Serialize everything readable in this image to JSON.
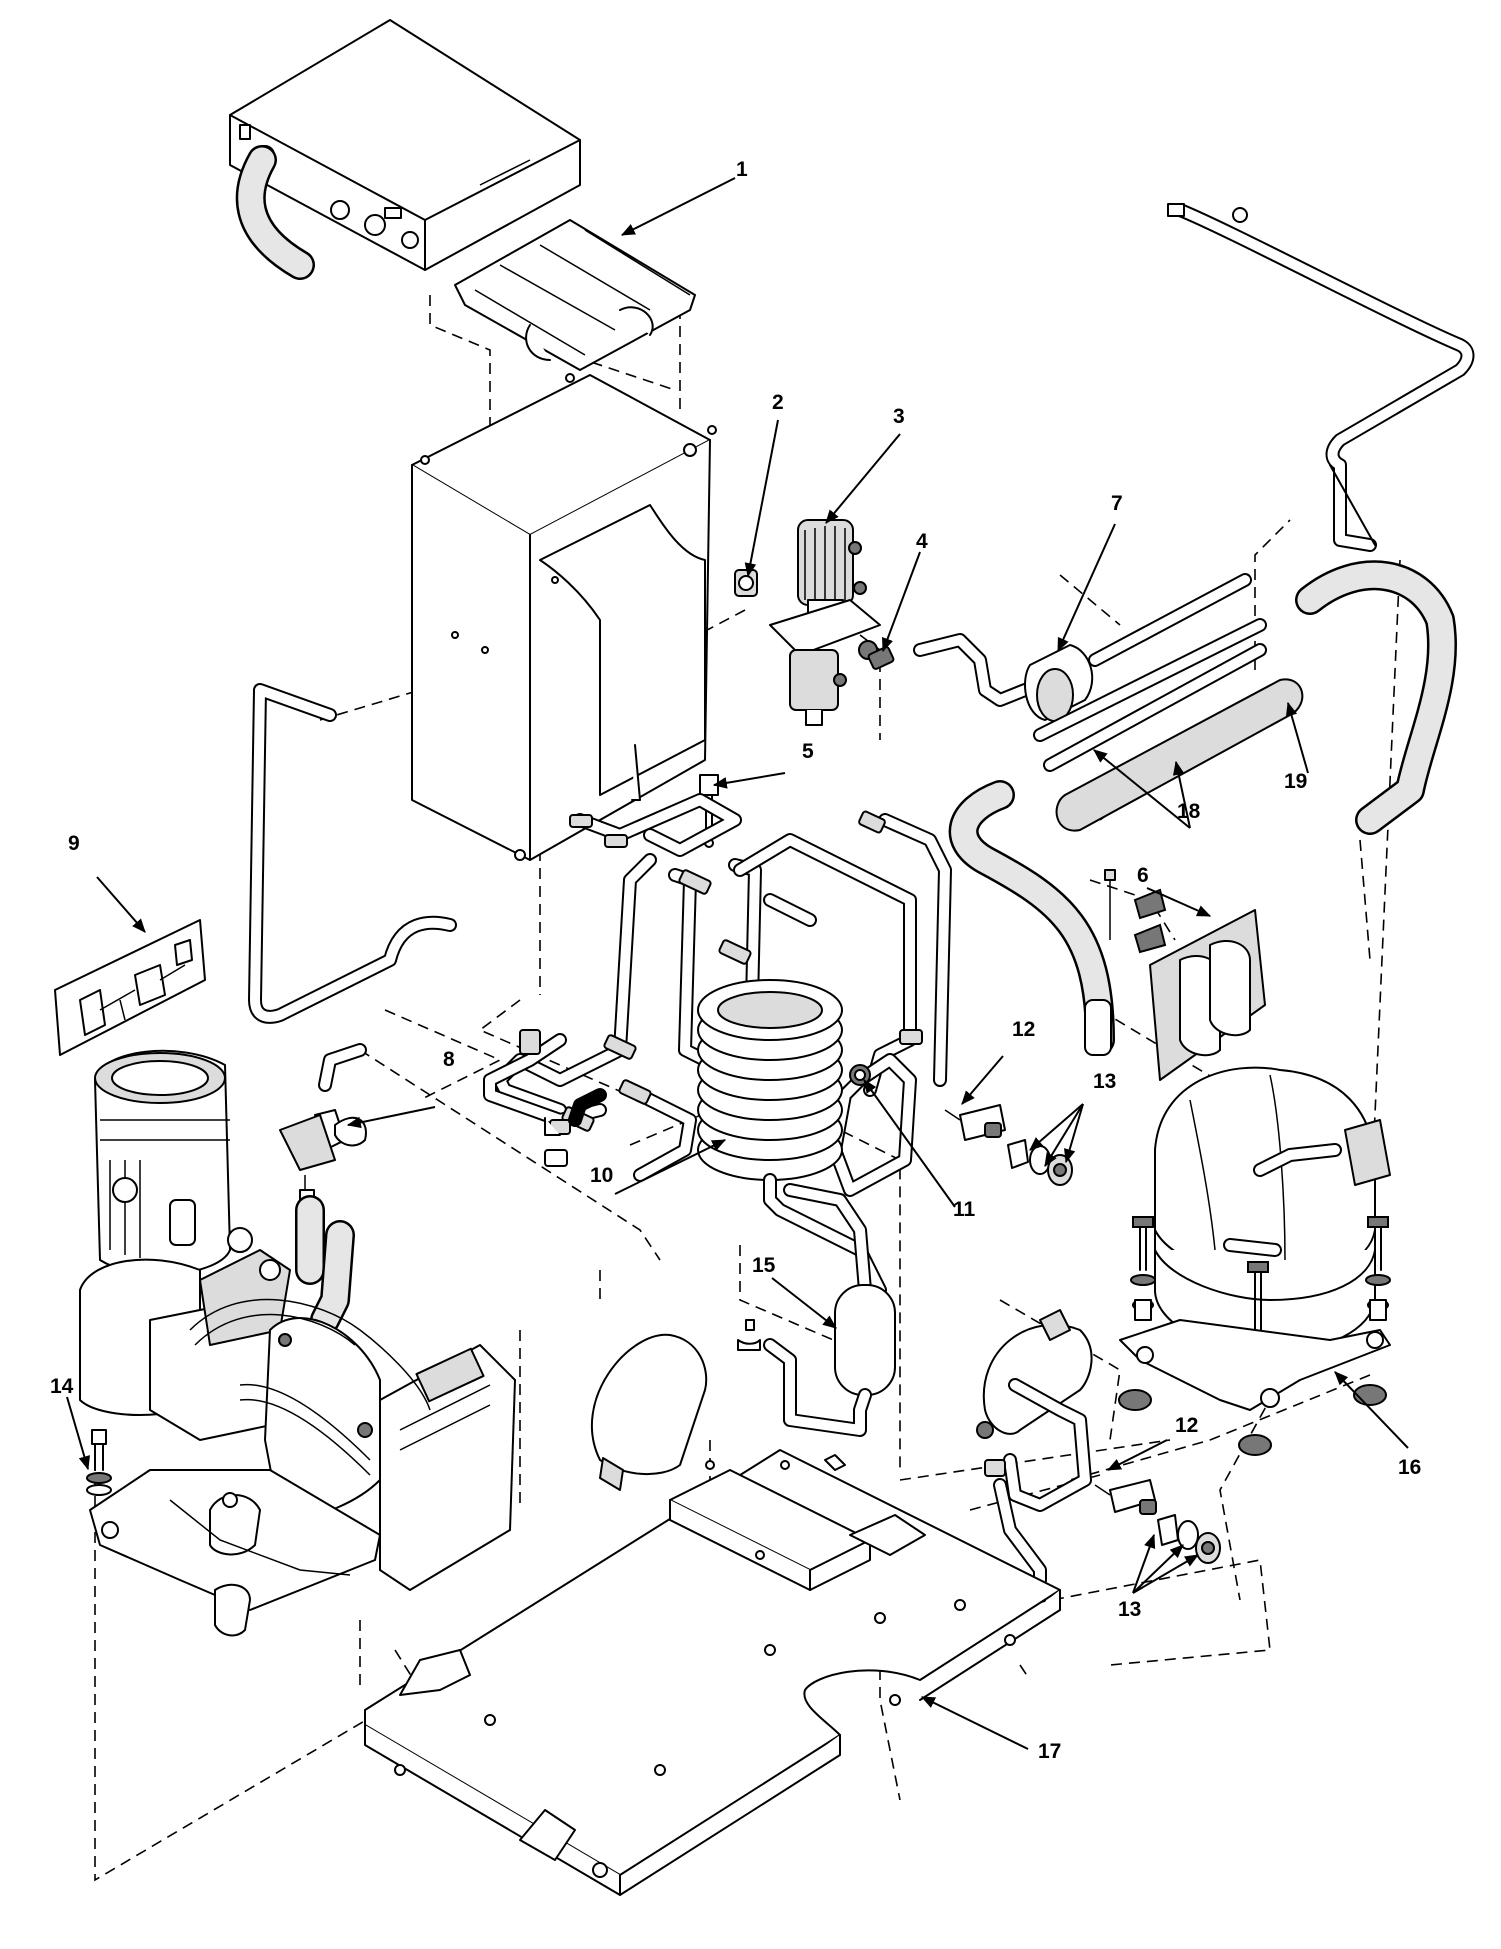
{
  "callouts": [
    {
      "id": "1",
      "label": "1"
    },
    {
      "id": "2",
      "label": "2"
    },
    {
      "id": "3",
      "label": "3"
    },
    {
      "id": "4",
      "label": "4"
    },
    {
      "id": "5",
      "label": "5"
    },
    {
      "id": "6",
      "label": "6"
    },
    {
      "id": "7",
      "label": "7"
    },
    {
      "id": "8",
      "label": "8"
    },
    {
      "id": "9",
      "label": "9"
    },
    {
      "id": "10",
      "label": "10"
    },
    {
      "id": "11",
      "label": "11"
    },
    {
      "id": "12a",
      "label": "12"
    },
    {
      "id": "12b",
      "label": "12"
    },
    {
      "id": "13a",
      "label": "13"
    },
    {
      "id": "13b",
      "label": "13"
    },
    {
      "id": "14",
      "label": "14"
    },
    {
      "id": "15",
      "label": "15"
    },
    {
      "id": "16",
      "label": "16"
    },
    {
      "id": "17",
      "label": "17"
    },
    {
      "id": "18",
      "label": "18"
    },
    {
      "id": "19",
      "label": "19"
    }
  ],
  "icons": {
    "callout_arrow": "arrowhead",
    "assembly_line": "dashed-line"
  },
  "colors": {
    "line": "#000000",
    "background": "#ffffff"
  }
}
